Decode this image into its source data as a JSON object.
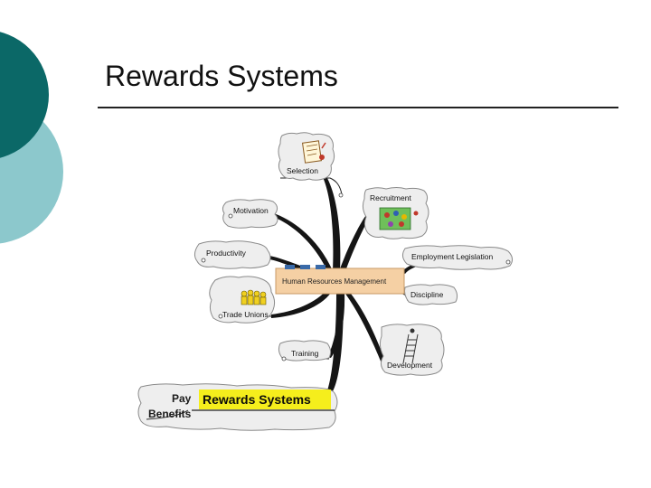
{
  "slide": {
    "title": "Rewards Systems",
    "theme_colors": {
      "dark_teal": "#0b6867",
      "light_teal": "#8cc8cc",
      "highlight": "#f5ee1c"
    }
  },
  "diagram": {
    "central": "Human Resources Management",
    "branches": [
      {
        "label": "Selection",
        "icon": "certificate-icon"
      },
      {
        "label": "Recruitment",
        "icon": "people-group-icon"
      },
      {
        "label": "Motivation"
      },
      {
        "label": "Productivity"
      },
      {
        "label": "Employment Legislation"
      },
      {
        "label": "Discipline"
      },
      {
        "label": "Trade Unions",
        "icon": "crowd-icon"
      },
      {
        "label": "Training"
      },
      {
        "label": "Development",
        "icon": "ladder-icon"
      }
    ],
    "highlight": {
      "label": "Rewards Systems",
      "children": [
        "Pay",
        "Benefits"
      ]
    }
  }
}
